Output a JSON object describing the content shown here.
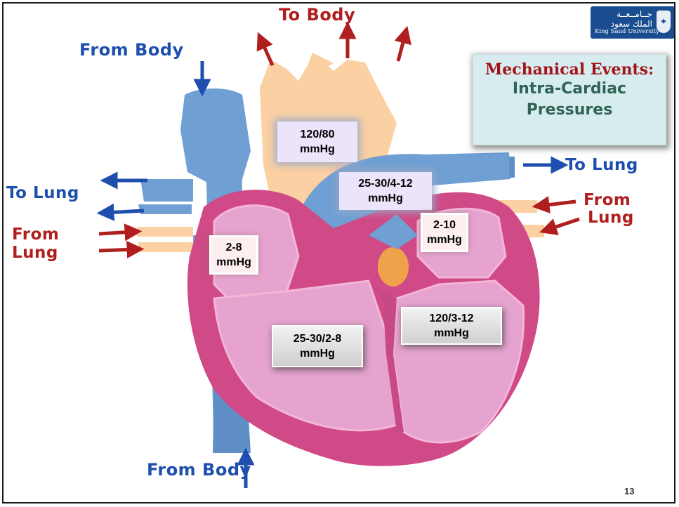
{
  "slide": {
    "title_line1": "Mechanical Events:",
    "title_line2": "Intra-Cardiac",
    "title_line3": "Pressures",
    "page_number": "13"
  },
  "logo": {
    "arabic_line1": "جــامــعــة",
    "arabic_line2": "الملك سعود",
    "english": "King Saud University"
  },
  "diagram_labels": {
    "to_body": "To Body",
    "from_body_top": "From Body",
    "from_body_bottom": "From Body",
    "to_lung_left": "To Lung",
    "from_lung_left_1": "From",
    "from_lung_left_2": "Lung",
    "to_lung_right": "To Lung",
    "from_lung_right_1": "From",
    "from_lung_right_2": "Lung"
  },
  "pressures": {
    "aorta": {
      "value": "120/80",
      "unit": "mmHg"
    },
    "pulmonary_artery": {
      "value": "25-30/4-12",
      "unit": "mmHg"
    },
    "left_atrium": {
      "value": "2-10",
      "unit": "mmHg"
    },
    "right_atrium": {
      "value": "2-8",
      "unit": "mmHg"
    },
    "right_ventricle": {
      "value": "25-30/2-8",
      "unit": "mmHg"
    },
    "left_ventricle": {
      "value": "120/3-12",
      "unit": "mmHg"
    }
  },
  "colors": {
    "vein_blue": "#6f9fd3",
    "artery_peach": "#fbd0a3",
    "myocardium_magenta": "#cf4a86",
    "chamber_pink": "#e6a3cf",
    "arrow_red": "#b01e1e",
    "arrow_blue": "#1f4fae"
  }
}
